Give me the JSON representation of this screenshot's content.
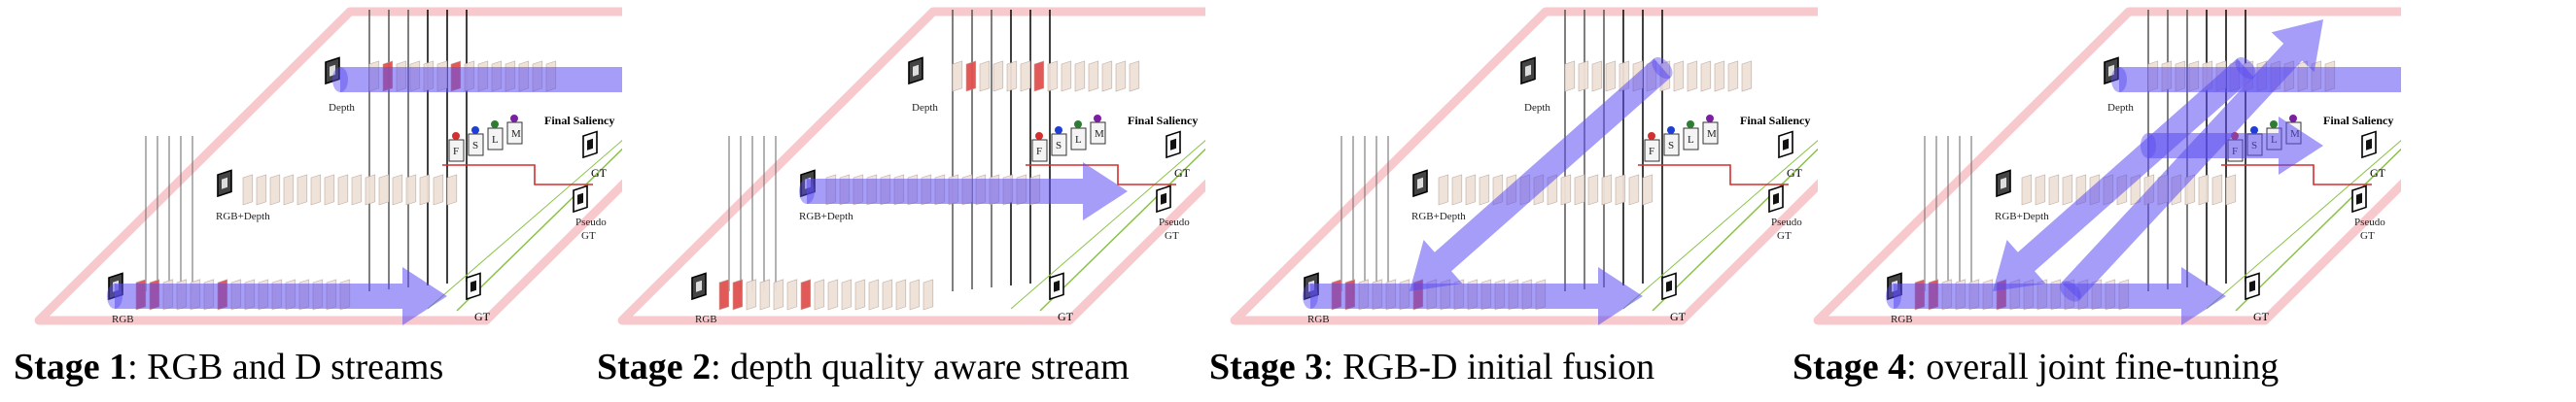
{
  "colors": {
    "plane_outline": "#f7c9cd",
    "arrow": "#5b4cf0",
    "feature_red": "#e0524f",
    "feature_beige": "#efe1d8",
    "green_line": "#8bc34a",
    "red_line": "#d32f2f"
  },
  "labels": {
    "rgb": "RGB",
    "depth": "Depth",
    "rgb_depth": "RGB+Depth",
    "gt": "GT",
    "pseudo_gt_1": "Pseudo",
    "pseudo_gt_2": "GT",
    "final_saliency": "Final Saliency",
    "block_letters": [
      "F",
      "S",
      "L",
      "M"
    ]
  },
  "stages": [
    {
      "name": "stage-1",
      "title": "Stage 1",
      "desc": ": RGB and D streams",
      "highlight": [
        "rgb",
        "depth"
      ],
      "arrows": [
        {
          "kind": "horizontal",
          "stream": "depth"
        },
        {
          "kind": "horizontal",
          "stream": "rgb"
        }
      ]
    },
    {
      "name": "stage-2",
      "title": "Stage 2",
      "desc": ": depth quality aware stream",
      "highlight": [
        "depth",
        "rgb"
      ],
      "arrows": [
        {
          "kind": "horizontal",
          "stream": "rgbd"
        }
      ]
    },
    {
      "name": "stage-3",
      "title": "Stage 3",
      "desc": ": RGB-D initial fusion",
      "highlight": [
        "rgb"
      ],
      "arrows": [
        {
          "kind": "diagonal-down",
          "from": "depth",
          "to": "rgb"
        },
        {
          "kind": "horizontal",
          "stream": "rgb"
        }
      ]
    },
    {
      "name": "stage-4",
      "title": "Stage 4",
      "desc": ": overall joint fine-tuning",
      "highlight": [
        "rgb"
      ],
      "arrows": [
        {
          "kind": "horizontal",
          "stream": "depth"
        },
        {
          "kind": "horizontal",
          "stream": "rgb"
        },
        {
          "kind": "diagonal-down",
          "from": "depth",
          "to": "rgb"
        },
        {
          "kind": "diagonal-up",
          "from": "rgb",
          "to": "final"
        },
        {
          "kind": "horizontal",
          "stream": "fusion"
        }
      ]
    }
  ]
}
